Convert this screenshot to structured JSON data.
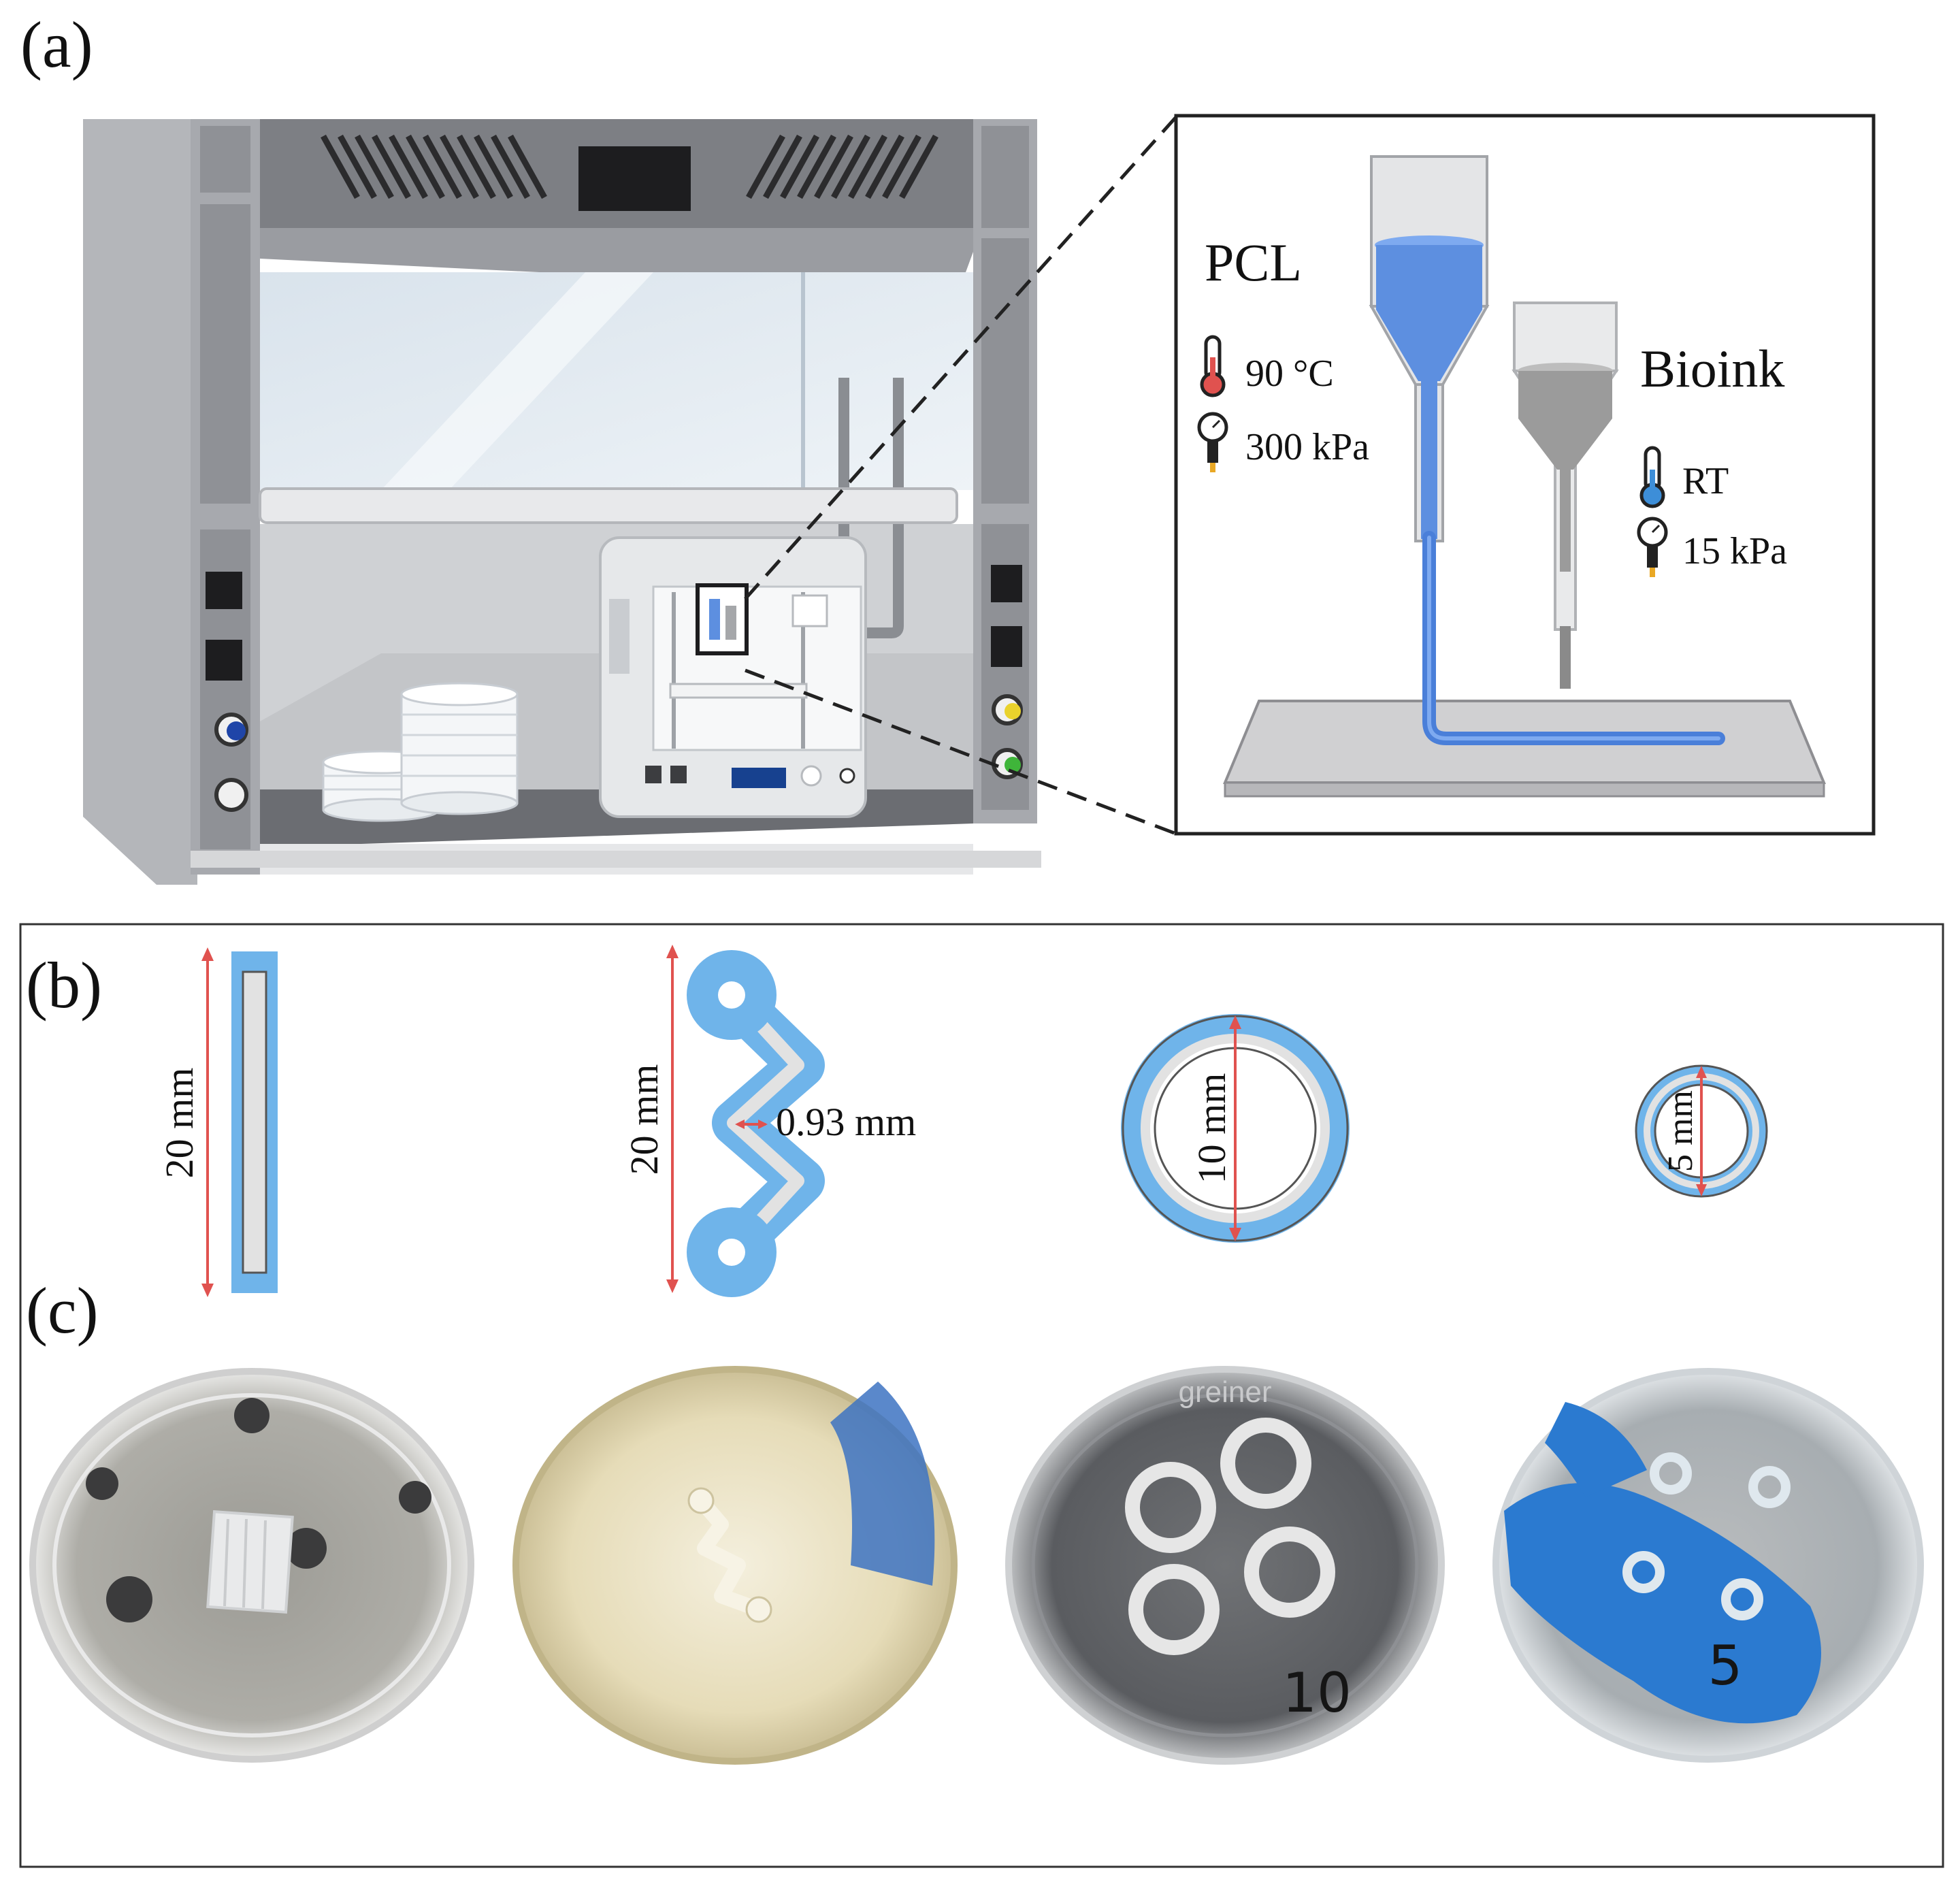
{
  "panel_a": {
    "label": "(a)",
    "inset": {
      "pcl": {
        "label": "PCL",
        "temperature": "90 °C",
        "pressure": "300 kPa"
      },
      "bioink": {
        "label": "Bioink",
        "temperature": "RT",
        "pressure": "15 kPa"
      }
    }
  },
  "panel_b": {
    "label": "(b)",
    "designs": [
      {
        "dimension": "20 mm"
      },
      {
        "dimension": "20 mm",
        "channel_width": "0.93 mm"
      },
      {
        "dimension": "10 mm"
      },
      {
        "dimension": "5 mm"
      }
    ]
  },
  "panel_c": {
    "label": "(c)",
    "dish_marks": [
      "greiner",
      "10",
      "5"
    ]
  },
  "colors": {
    "scaffold_blue": "#6fb4ea",
    "channel_grey": "#e2e2e2",
    "dimension_red": "#e0524f",
    "pcl_blue": "#5d8fe0",
    "hood_grey": "#a7a9ae"
  }
}
